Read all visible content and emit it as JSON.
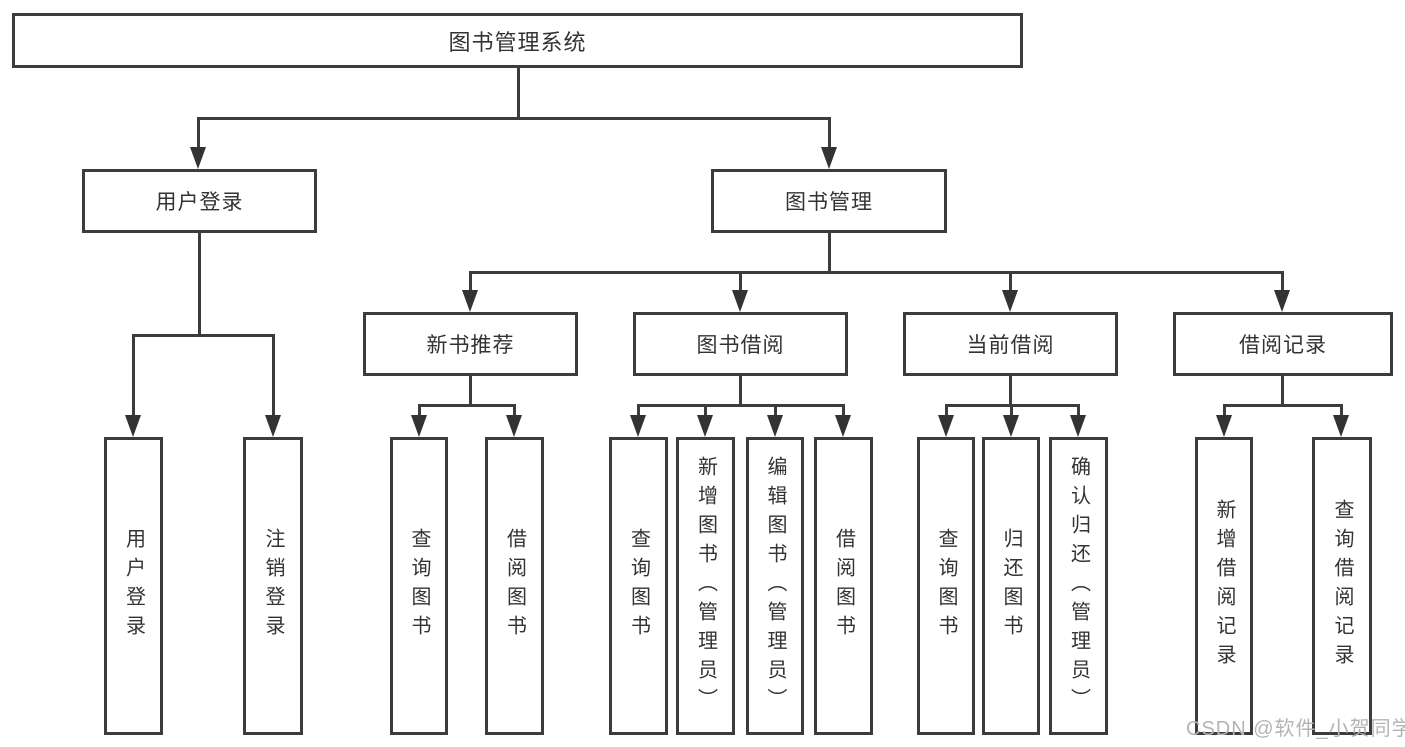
{
  "nodes": {
    "root": "图书管理系统",
    "user_login": "用户登录",
    "book_mgmt": "图书管理",
    "new_book_rec": "新书推荐",
    "book_borrow": "图书借阅",
    "current_borrow": "当前借阅",
    "borrow_records": "借阅记录",
    "login": "用户登录",
    "logout": "注销登录",
    "rec_query": "查询图书",
    "rec_borrow": "借阅图书",
    "bb_query": "查询图书",
    "bb_add": "新增图书（管理员）",
    "bb_edit": "编辑图书（管理员）",
    "bb_borrow": "借阅图书",
    "cb_query": "查询图书",
    "cb_return": "归还图书",
    "cb_confirm": "确认归还（管理员）",
    "br_add": "新增借阅记录",
    "br_query": "查询借阅记录"
  },
  "edges": [
    {
      "from": "图书管理系统",
      "to": "用户登录"
    },
    {
      "from": "图书管理系统",
      "to": "图书管理"
    },
    {
      "from": "用户登录",
      "to": "用户登录"
    },
    {
      "from": "用户登录",
      "to": "注销登录"
    },
    {
      "from": "图书管理",
      "to": "新书推荐"
    },
    {
      "from": "图书管理",
      "to": "图书借阅"
    },
    {
      "from": "图书管理",
      "to": "当前借阅"
    },
    {
      "from": "图书管理",
      "to": "借阅记录"
    },
    {
      "from": "新书推荐",
      "to": "查询图书"
    },
    {
      "from": "新书推荐",
      "to": "借阅图书"
    },
    {
      "from": "图书借阅",
      "to": "查询图书"
    },
    {
      "from": "图书借阅",
      "to": "新增图书（管理员）"
    },
    {
      "from": "图书借阅",
      "to": "编辑图书（管理员）"
    },
    {
      "from": "图书借阅",
      "to": "借阅图书"
    },
    {
      "from": "当前借阅",
      "to": "查询图书"
    },
    {
      "from": "当前借阅",
      "to": "归还图书"
    },
    {
      "from": "当前借阅",
      "to": "确认归还（管理员）"
    },
    {
      "from": "借阅记录",
      "to": "新增借阅记录"
    },
    {
      "from": "借阅记录",
      "to": "查询借阅记录"
    }
  ],
  "colors": {
    "border": "#3c3c3c",
    "text": "#333333",
    "background": "#ffffff",
    "watermark": "#b4b4b4"
  },
  "watermark": "CSDN @软件_小贺同学"
}
